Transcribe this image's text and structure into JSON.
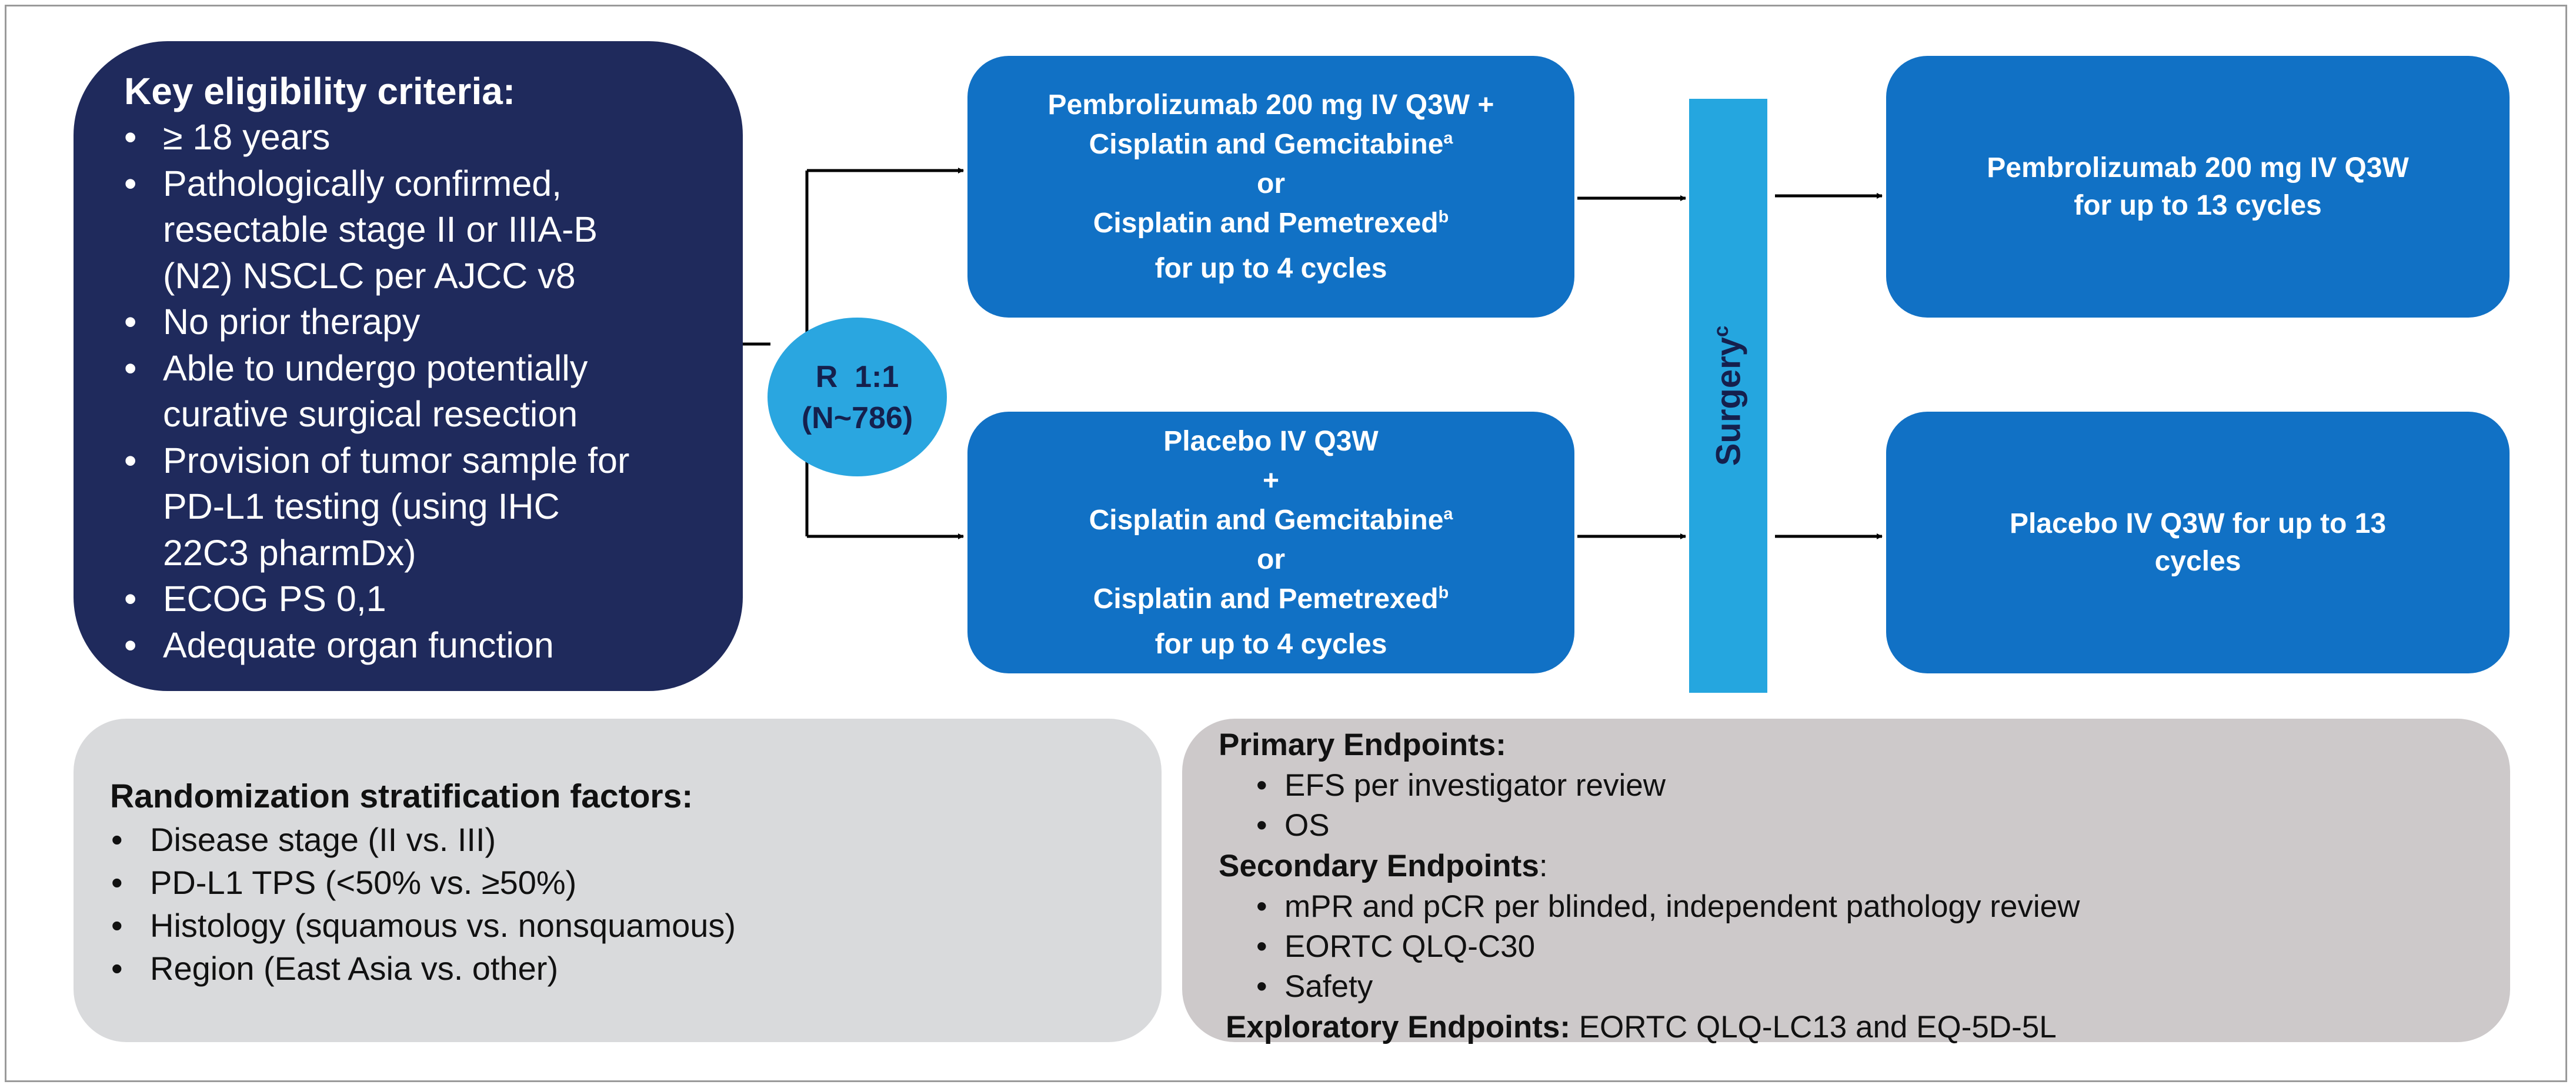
{
  "eligibility": {
    "title": "Key eligibility criteria:",
    "items": [
      "≥ 18 years",
      "Pathologically confirmed,",
      "resectable stage II or IIIA-B",
      "(N2) NSCLC per AJCC v8",
      "No prior therapy",
      "Able to undergo potentially",
      "curative surgical resection",
      "Provision of tumor sample for",
      "PD-L1 testing (using IHC",
      "22C3 pharmDx)",
      "ECOG PS 0,1",
      "Adequate organ function"
    ]
  },
  "randomization": {
    "line1": "R  1:1",
    "line2": "(N~786)"
  },
  "arm1_neoadjuvant": {
    "line1": "Pembrolizumab 200 mg IV Q3W +",
    "line2": "Cisplatin and Gemcitabine",
    "line2_sup": "a",
    "line3": "or",
    "line4": "Cisplatin and Pemetrexed",
    "line4_sup": "b",
    "line5": "for up to 4 cycles"
  },
  "arm2_neoadjuvant": {
    "line1": "Placebo IV Q3W",
    "line2": "+",
    "line3": "Cisplatin and Gemcitabine",
    "line3_sup": "a",
    "line4": "or",
    "line5": "Cisplatin and Pemetrexed",
    "line5_sup": "b",
    "line6": "for up to 4 cycles"
  },
  "surgery": {
    "label": "Surgery",
    "sup": "c"
  },
  "arm1_adjuvant": {
    "line1": "Pembrolizumab 200 mg IV Q3W",
    "line2": "for up to 13 cycles"
  },
  "arm2_adjuvant": {
    "line1": "Placebo IV Q3W for up to 13",
    "line2": "cycles"
  },
  "stratification": {
    "title": "Randomization stratification factors:",
    "items": [
      "Disease stage (II vs. III)",
      "PD-L1 TPS (<50% vs. ≥50%)",
      "Histology (squamous vs. nonsquamous)",
      "Region (East Asia vs. other)"
    ]
  },
  "endpoints": {
    "primary_title": "Primary Endpoints:",
    "primary_items": [
      "EFS per investigator review",
      "OS"
    ],
    "secondary_title": "Secondary Endpoints",
    "secondary_colon": ":",
    "secondary_items": [
      "mPR and pCR per blinded, independent pathology review",
      "EORTC QLQ-C30",
      "Safety"
    ],
    "exploratory_title": "Exploratory Endpoints:",
    "exploratory_text": " EORTC QLQ-LC13 and EQ-5D-5L"
  }
}
